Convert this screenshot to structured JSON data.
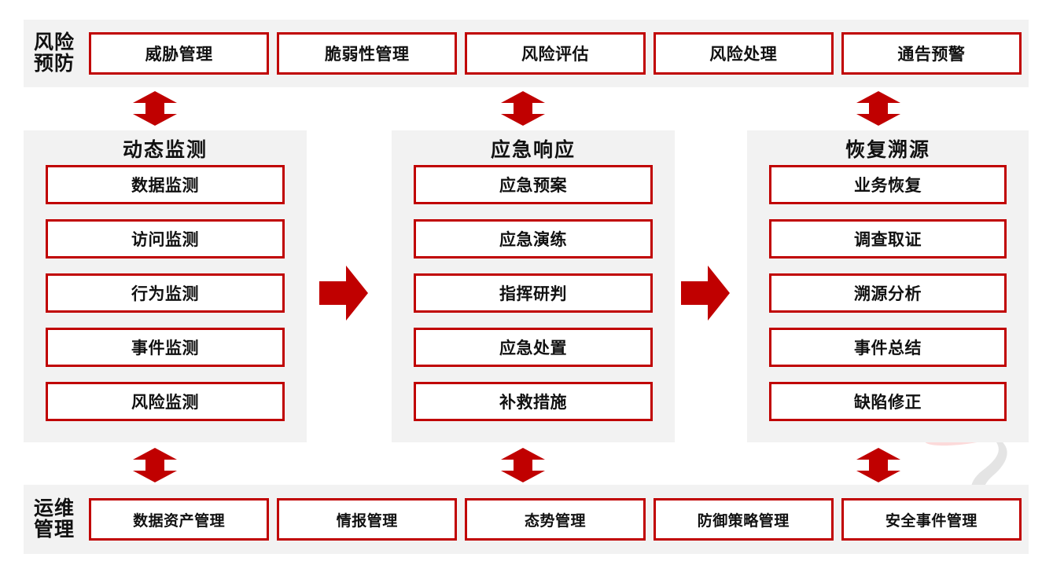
{
  "diagram": {
    "title_colors": {
      "accent_red": "#C00000",
      "panel_grey": "#F2F2F2",
      "text": "#111111"
    },
    "top_band": {
      "label_line1": "风险",
      "label_line2": "预防",
      "cells": [
        "威胁管理",
        "脆弱性管理",
        "风险评估",
        "风险处理",
        "通告预警"
      ]
    },
    "columns": [
      {
        "title": "动态监测",
        "items": [
          "数据监测",
          "访问监测",
          "行为监测",
          "事件监测",
          "风险监测"
        ]
      },
      {
        "title": "应急响应",
        "items": [
          "应急预案",
          "应急演练",
          "指挥研判",
          "应急处置",
          "补救措施"
        ]
      },
      {
        "title": "恢复溯源",
        "items": [
          "业务恢复",
          "调查取证",
          "溯源分析",
          "事件总结",
          "缺陷修正"
        ]
      }
    ],
    "bottom_band": {
      "label_line1": "运维",
      "label_line2": "管理",
      "cells": [
        "数据资产管理",
        "情报管理",
        "态势管理",
        "防御策略管理",
        "安全事件管理"
      ]
    },
    "arrows": {
      "vertical_double": "double-headed-vertical-arrow",
      "horizontal_right": "right-arrow"
    }
  }
}
